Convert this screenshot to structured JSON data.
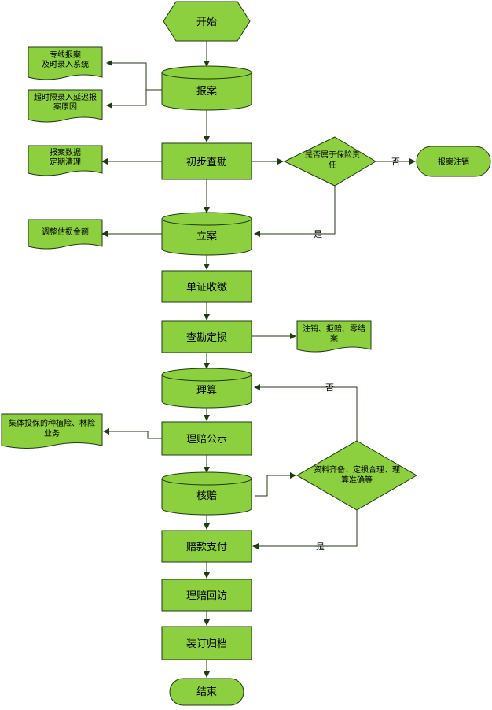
{
  "nodes": {
    "start": "开始",
    "report": "报案",
    "report_entry": [
      "专线报案",
      "及时录入系统"
    ],
    "overdue_reason": [
      "超时限录入延迟报",
      "案原因"
    ],
    "report_cleanup": [
      "报案数据",
      "定期清理"
    ],
    "initial_survey": "初步查勘",
    "insurance_liability": [
      "是否属于保险责",
      "任"
    ],
    "report_cancel": "报案注销",
    "adjust_estimate": "调整估损金额",
    "register": "立案",
    "document_collection": "单证收缴",
    "survey_assessment": "查勘定损",
    "cancel_reject_zero": [
      "注销、拒赔、零结",
      "案"
    ],
    "adjustment": "理算",
    "collective_insurance": [
      "集体投保的种植险、林险",
      "业务"
    ],
    "claim_publicity": "理赔公示",
    "verification": "核赔",
    "data_check": [
      "资料齐备、定损合理、理",
      "算准确等"
    ],
    "payment": "赔款支付",
    "claim_revisit": "理赔回访",
    "binding_archive": "装订归档",
    "end": "结束"
  },
  "edges": {
    "no": "否",
    "yes": "是"
  },
  "colors": {
    "fill": "#8ccf3f",
    "stroke": "#1f3b10"
  }
}
